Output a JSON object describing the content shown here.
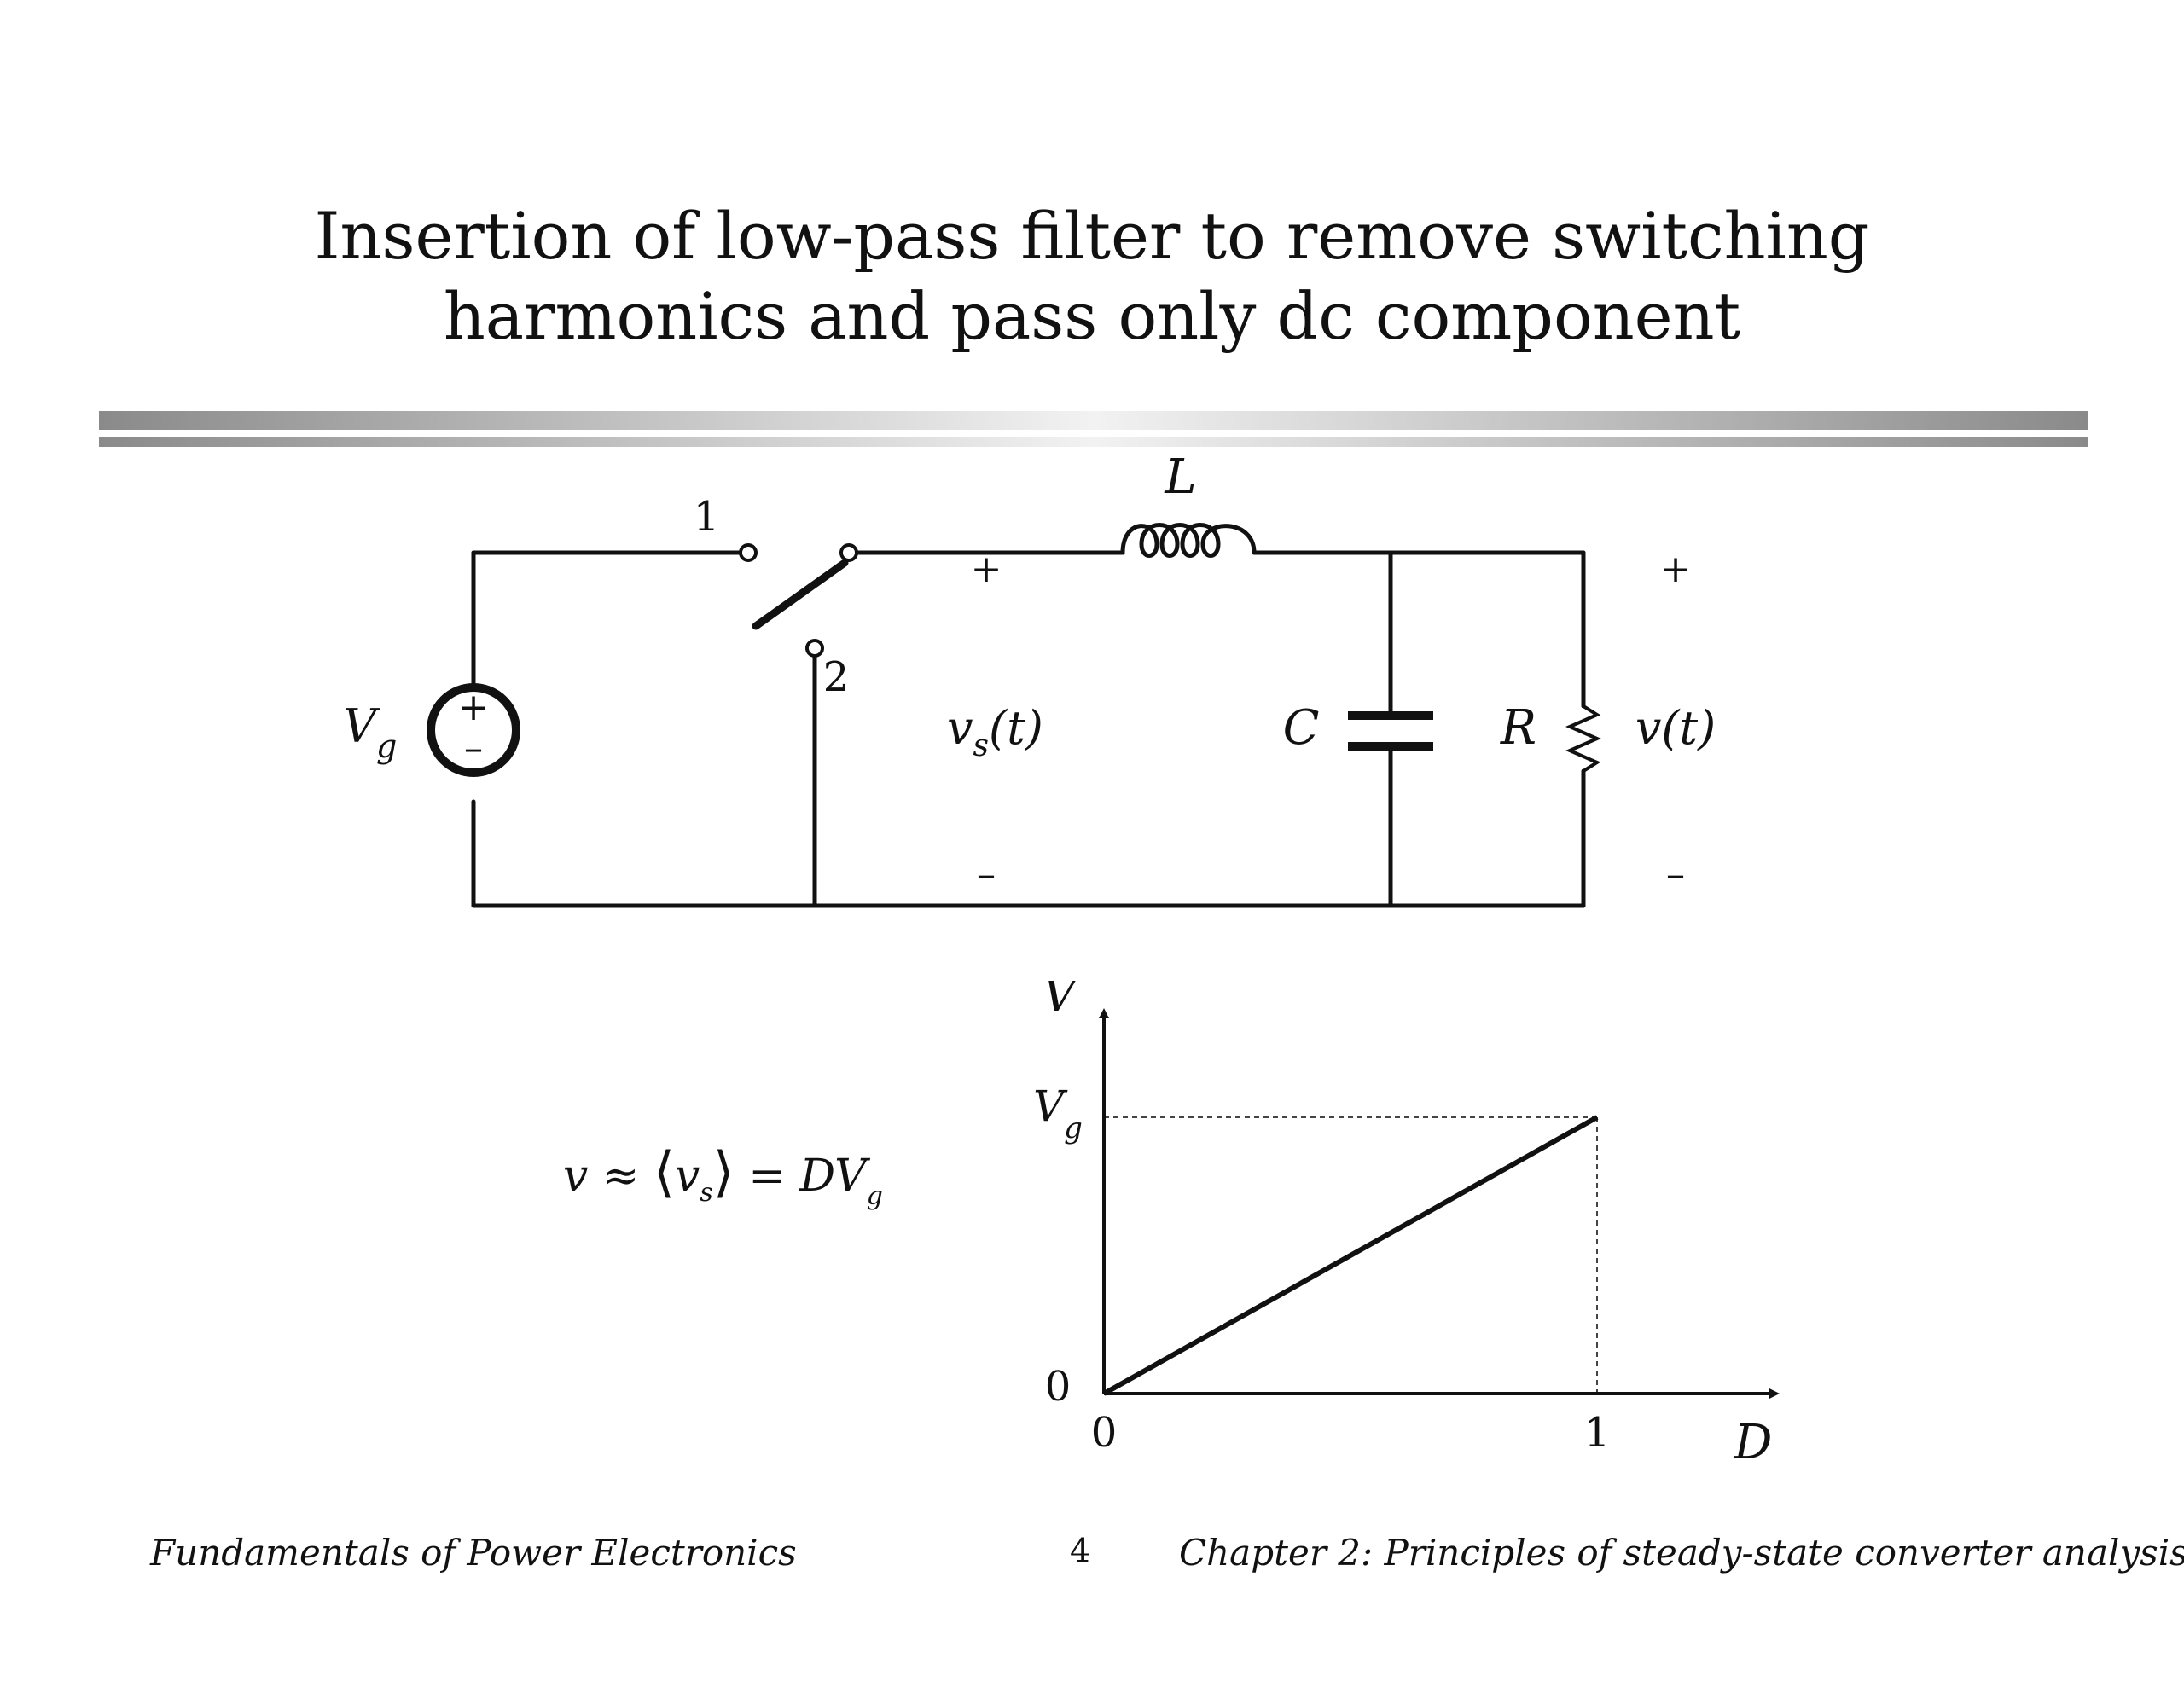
{
  "slide": {
    "title_line1": "Insertion of low-pass filter to remove switching",
    "title_line2": "harmonics and pass only dc component"
  },
  "circuit": {
    "source_label": "V",
    "source_sub": "g",
    "source_plus": "+",
    "source_minus": "–",
    "switch_pos1": "1",
    "switch_pos2": "2",
    "inductor_label": "L",
    "capacitor_label": "C",
    "resistor_label": "R",
    "vs_label": "v",
    "vs_sub": "s",
    "vs_arg": "(t)",
    "vs_plus": "+",
    "vs_minus": "–",
    "vout_label": "v(t)",
    "vout_plus": "+",
    "vout_minus": "–"
  },
  "equation": {
    "lhs": "v ≈ ",
    "langle": "⟨",
    "inner": "v",
    "inner_sub": "s",
    "rangle": "⟩",
    "rhs": " = DV",
    "rhs_sub": "g"
  },
  "chart_data": {
    "type": "line",
    "xlabel": "D",
    "ylabel": "V",
    "x_ticks": [
      "0",
      "1"
    ],
    "y_ticks": [
      "0",
      "V_g"
    ],
    "y_tick_main": "V",
    "y_tick_sub": "g",
    "series": [
      {
        "x": [
          0,
          1
        ],
        "y": [
          0,
          1
        ]
      }
    ],
    "reference_lines": "dashed at V = Vg and D = 1"
  },
  "footer": {
    "left": "Fundamentals of Power Electronics",
    "page": "4",
    "right": "Chapter 2: Principles of steady-state converter analysis"
  }
}
